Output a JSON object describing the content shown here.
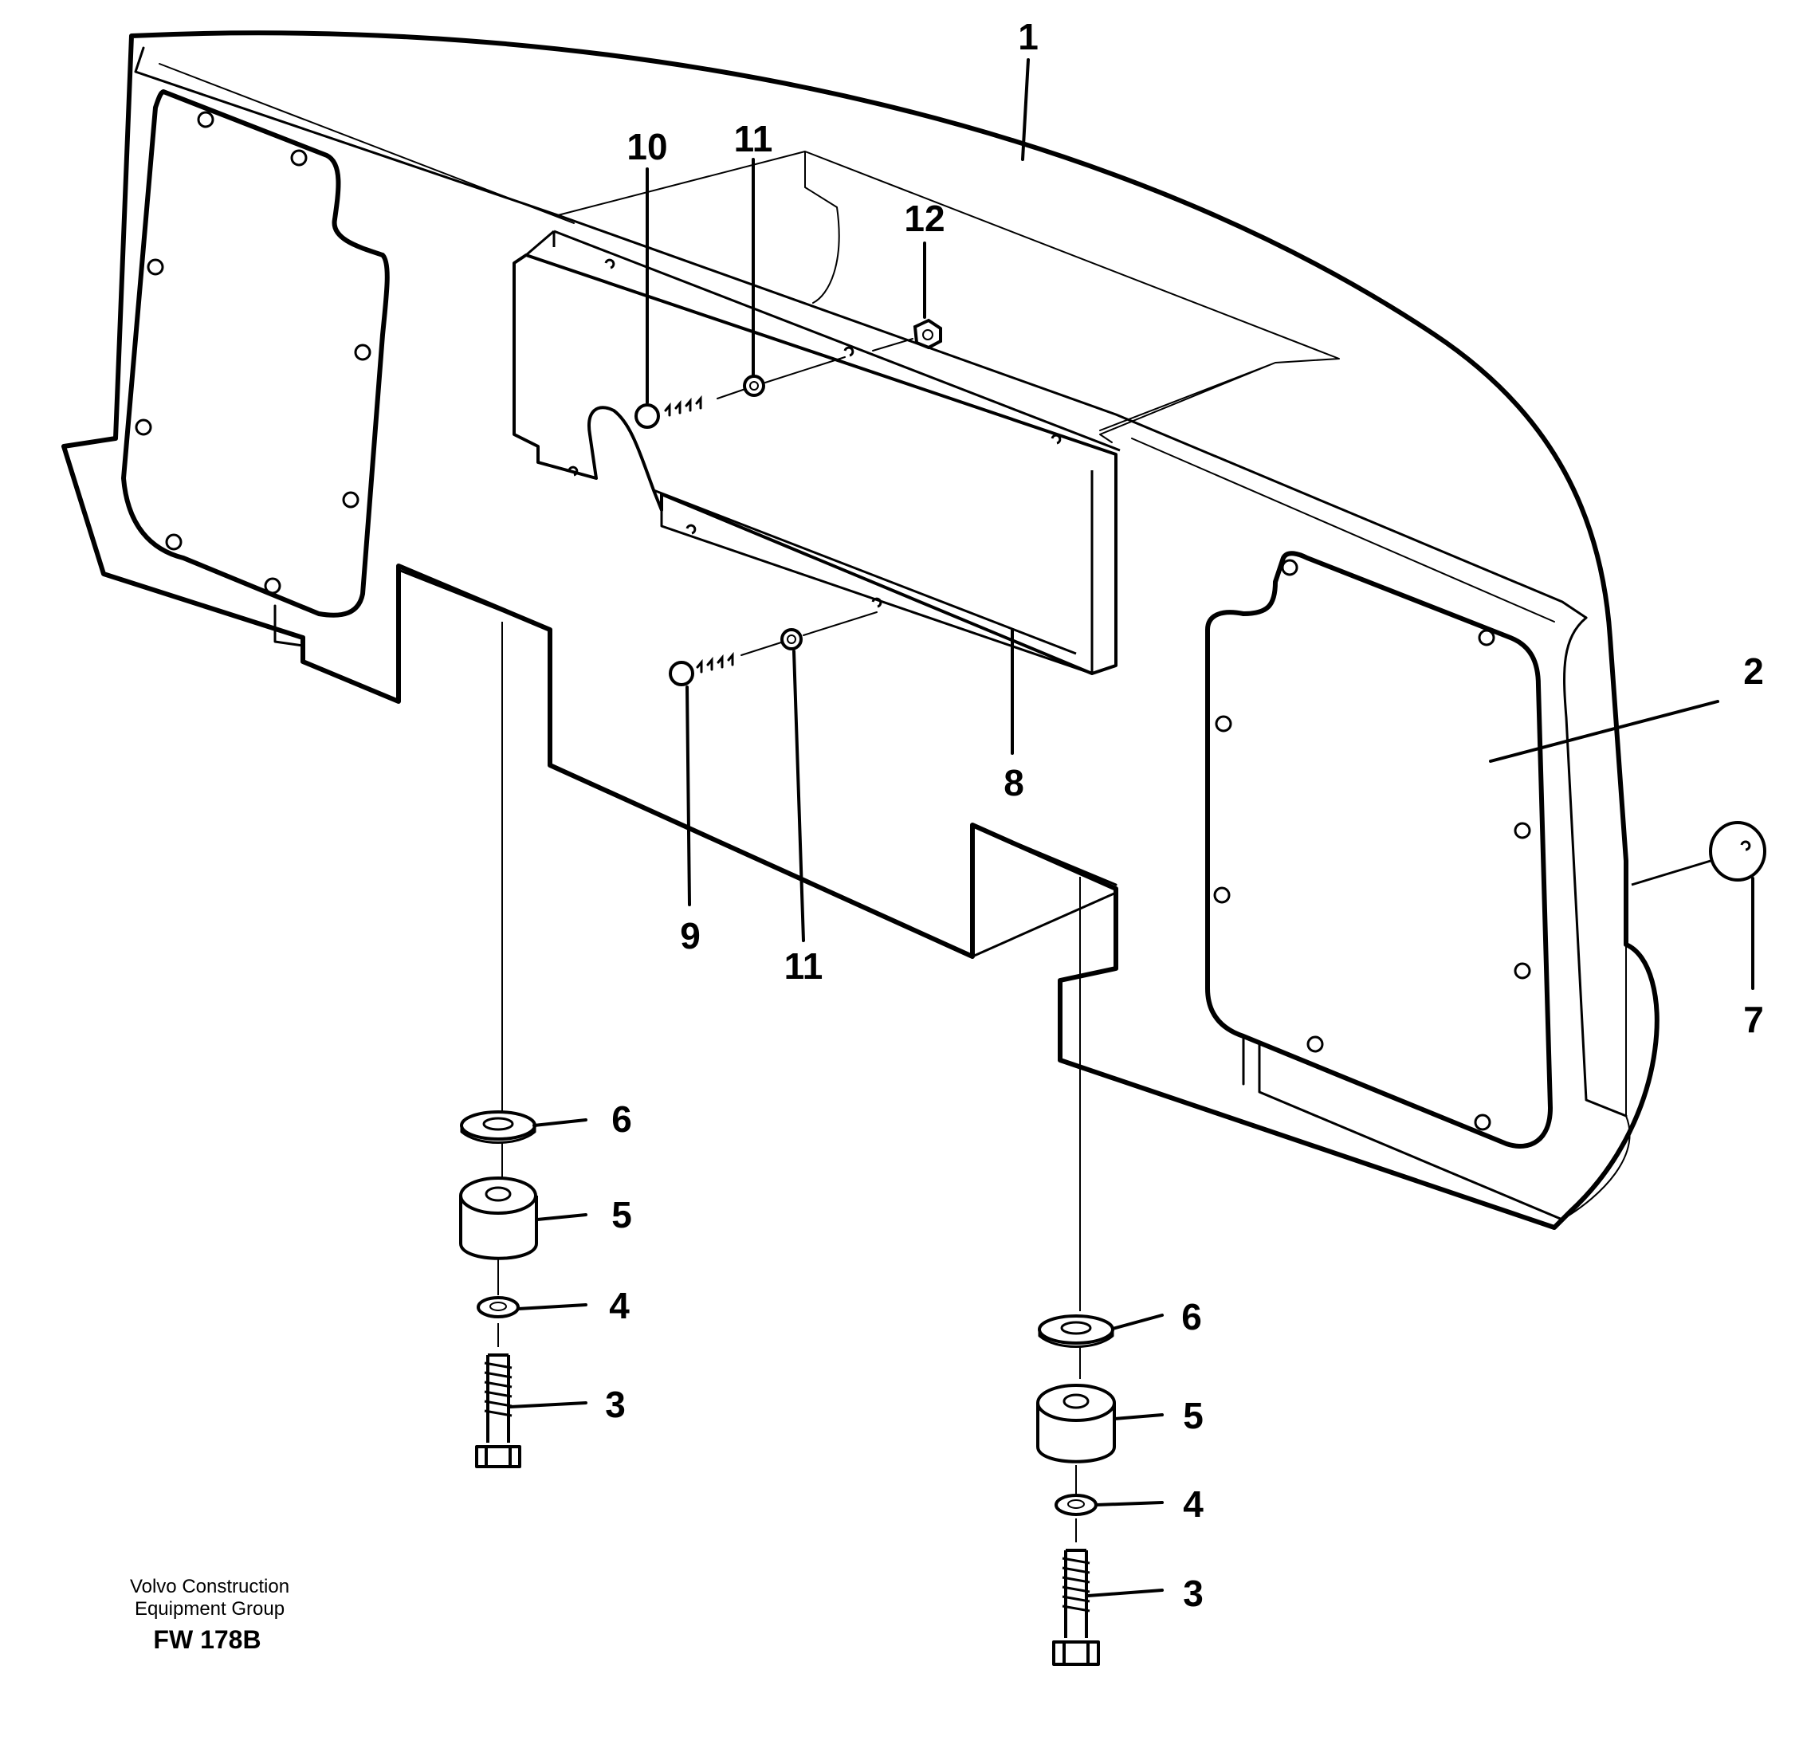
{
  "callouts": {
    "c1": "1",
    "c2": "2",
    "c3a": "3",
    "c3b": "3",
    "c4a": "4",
    "c4b": "4",
    "c5a": "5",
    "c5b": "5",
    "c6a": "6",
    "c6b": "6",
    "c7": "7",
    "c8": "8",
    "c9": "9",
    "c10": "10",
    "c11a": "11",
    "c11b": "11",
    "c12": "12"
  },
  "caption": {
    "line1": "Volvo Construction",
    "line2": "Equipment Group",
    "code": "FW 178B"
  }
}
